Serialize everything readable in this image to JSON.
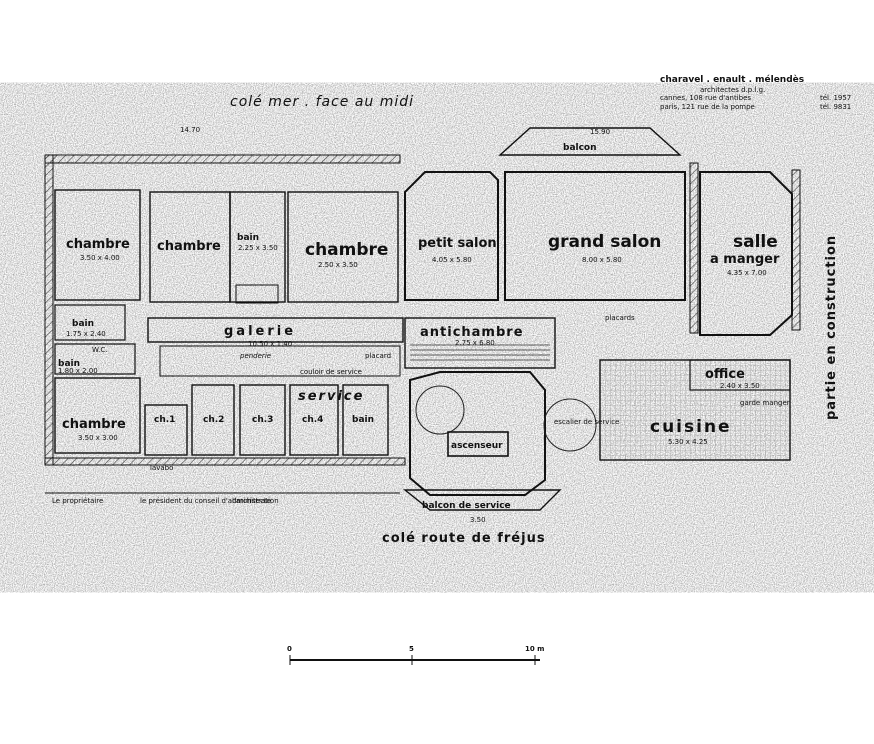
{
  "header": {
    "title": "colé mer . face au midi",
    "architects": "charavel . enault . mélendès",
    "credential": "architectes d.p.l.g.",
    "address_cannes": "cannes, 108 rue d'antibes",
    "tel_cannes": "tél. 1957",
    "address_paris": "paris, 121 rue de la pompe",
    "tel_paris": "tél. 9831"
  },
  "street_label": "colé route de fréjus",
  "side_label": "partie en construction",
  "rooms": {
    "balcon": "balcon",
    "chambre1": "chambre",
    "chambre1_dim": "3.50 x 4.00",
    "chambre2": "chambre",
    "bain1": "bain",
    "bain1_dim": "2.25 x 3.50",
    "chambre3": "chambre",
    "chambre3_dim": "2.50 x 3.50",
    "petit_salon": "petit salon",
    "petit_salon_dim": "4.05 x 5.80",
    "grand_salon": "grand salon",
    "grand_salon_dim": "8.00 x 5.80",
    "salle_line1": "salle",
    "salle_line2": "a manger",
    "salle_dim": "4.35 x 7.00",
    "galerie": "galerie",
    "galerie_dim": "10.50 x 1.40",
    "antichambre": "antichambre",
    "antichambre_dim": "2.75 x 6.80",
    "bain_small": "bain",
    "bain_small_dim": "1.75 x 2.40",
    "bain2": "bain",
    "bain2_dim": "1.80 x 2.00",
    "penderie": "penderie",
    "couloir": "couloir de service",
    "service": "service",
    "chambre4": "chambre",
    "chambre4_dim": "3.50 x 3.00",
    "ch1": "ch.1",
    "ch2": "ch.2",
    "ch3": "ch.3",
    "ch4": "ch.4",
    "bain3": "bain",
    "ascenseur": "ascenseur",
    "office": "office",
    "office_dim": "2.40 x 3.50",
    "cuisine": "cuisine",
    "cuisine_dim": "5.30 x 4.25",
    "balcon_service": "balcon de service",
    "placard": "placard",
    "placards": "placards",
    "escalier": "escalier de service",
    "garde_manger": "garde manger",
    "lavabo": "lavabo",
    "wc": "W.C.",
    "dim_1470": "14.70",
    "dim_1590": "15.90",
    "dim_350": "3.50"
  },
  "signatures": {
    "proprietaire": "Le propriétaire",
    "president": "le président du conseil d'administration",
    "architecte": "l'architecte"
  },
  "scale": {
    "label_0": "0",
    "label_5": "5",
    "label_10": "10 m"
  }
}
